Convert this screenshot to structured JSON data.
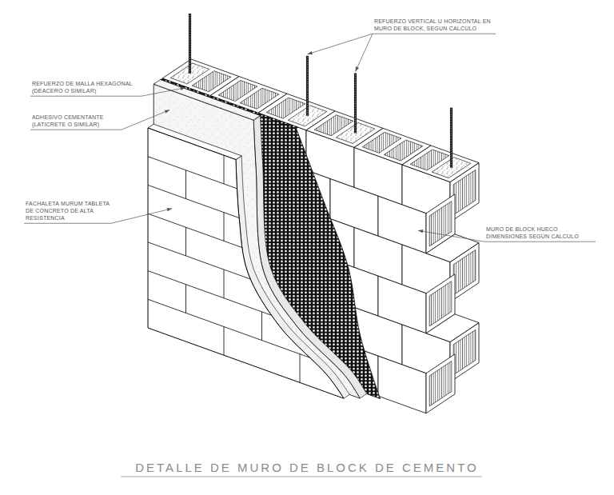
{
  "diagram": {
    "title": "DETALLE DE MURO DE BLOCK DE CEMENTO",
    "labels": [
      "REFUERZO VERTICAL U HORIZONTAL EN MURO DE BLOCK, SEGUN CALCULO",
      "REFUERZO DE MALLA HEXAGONAL (DEACERO O SIMILAR)",
      "ADHESIVO CEMENTANTE (LATICRETE O SIMILAR)",
      "FACHALETA MURUM TABLETA DE CONCRETO DE ALTA RESISTENCIA",
      "MURO DE BLOCK HUECO DIMENSIONES SEGUN CALCULO"
    ]
  }
}
